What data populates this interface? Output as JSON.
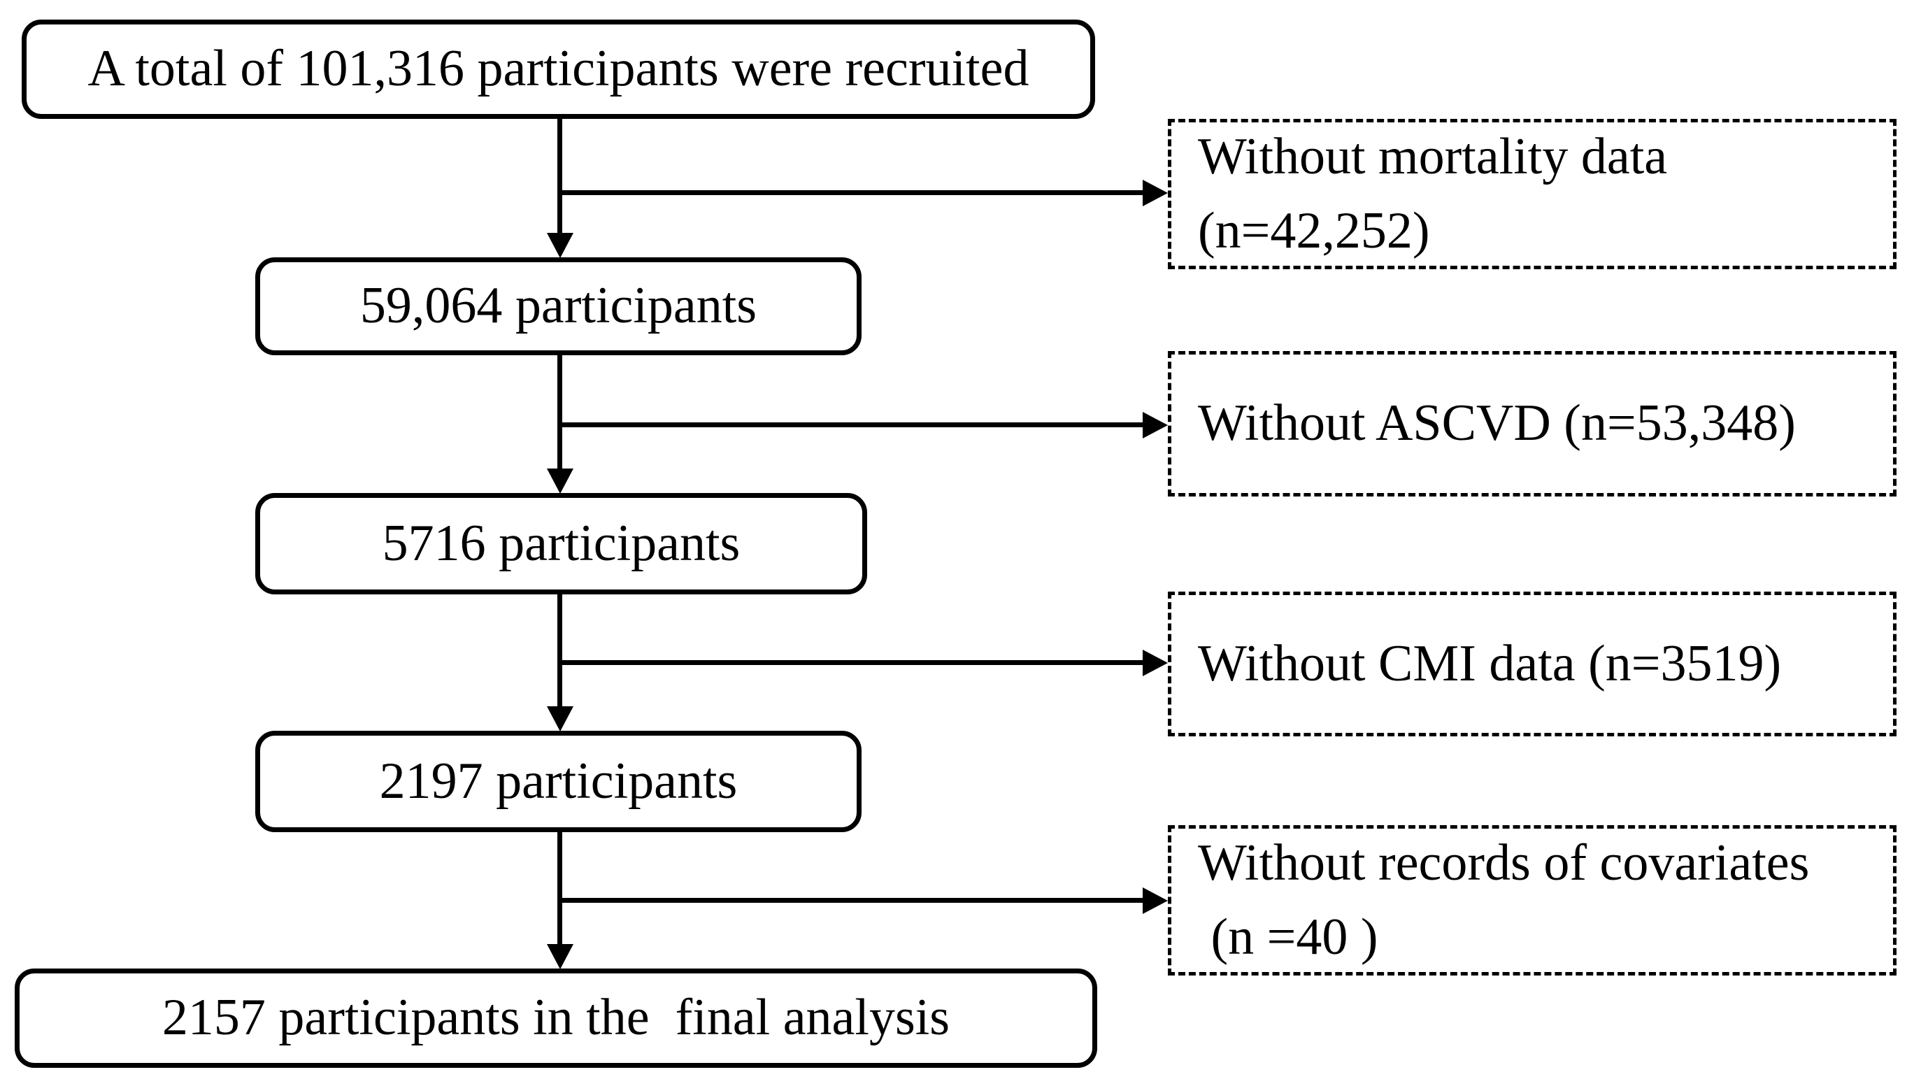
{
  "figure": {
    "background_color": "#ffffff",
    "line_color": "#000000",
    "text_color": "#000000",
    "main_flow": [
      {
        "label": "A total of 101,316 participants were recruited"
      },
      {
        "label": "59,064 participants"
      },
      {
        "label": "5716 participants"
      },
      {
        "label": "2197 participants"
      },
      {
        "label": "2157 participants in the  final analysis"
      }
    ],
    "exclusions": [
      {
        "lines": [
          "Without mortality data",
          "(n=42,252)"
        ]
      },
      {
        "lines": [
          "Without ASCVD (n=53,348)"
        ]
      },
      {
        "lines": [
          "Without CMI data (n=3519)"
        ]
      },
      {
        "lines": [
          "Without records of covariates",
          " (n =40 )"
        ]
      }
    ]
  }
}
